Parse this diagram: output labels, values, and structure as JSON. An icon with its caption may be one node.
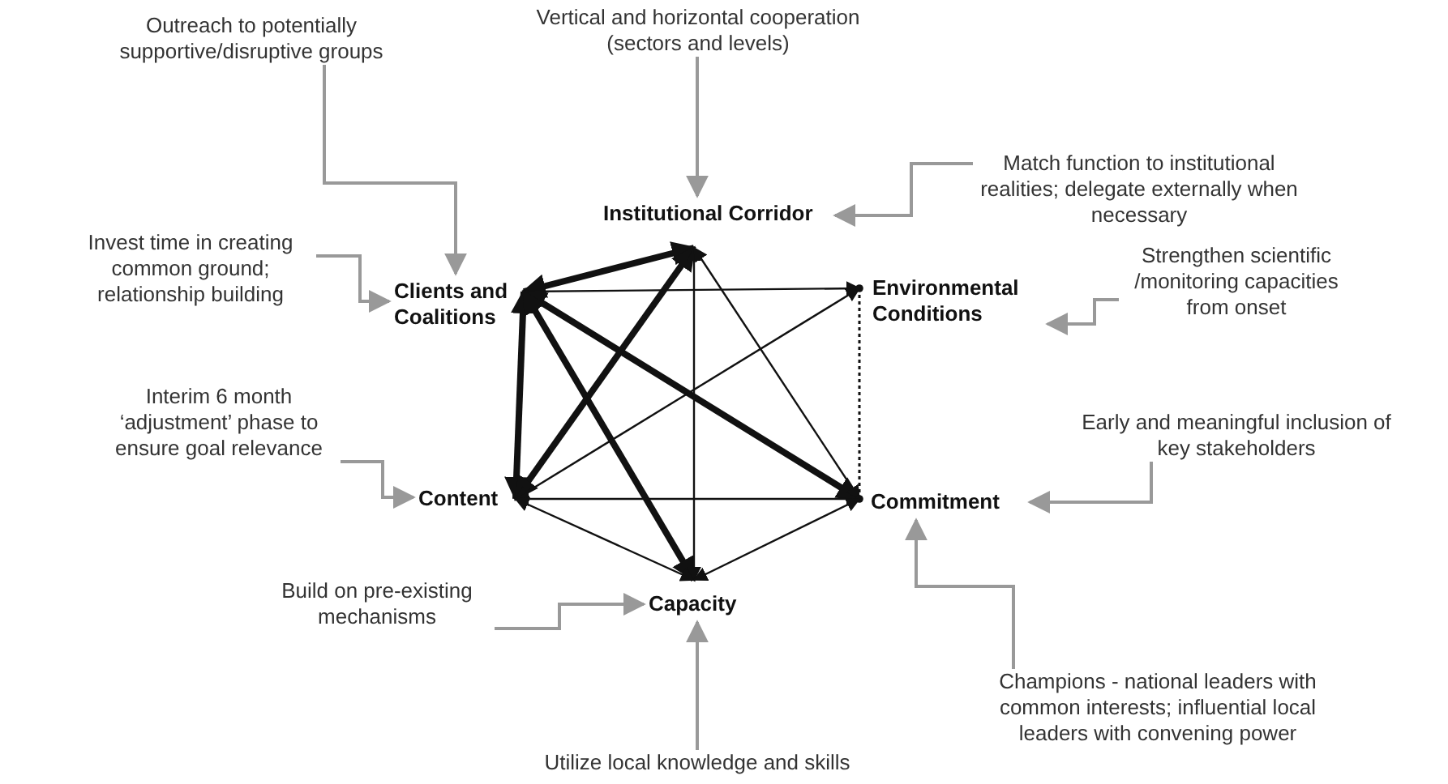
{
  "diagram": {
    "nodes": [
      {
        "text": [
          "Institutional Corridor"
        ]
      },
      {
        "text": [
          "Environmental Conditions"
        ]
      },
      {
        "text": [
          "Commitment"
        ]
      },
      {
        "text": [
          "Capacity"
        ]
      },
      {
        "text": [
          "Content"
        ]
      },
      {
        "text": [
          "Clients and Coalitions"
        ]
      },
      {
        "text": [
          "Vertical and horizontal cooperation (sectors and levels)"
        ]
      },
      {
        "text": [
          "Outreach to potentially supportive/disruptive groups"
        ]
      },
      {
        "text": [
          "Match function to institutional realities; delegate externally when necessary"
        ]
      },
      {
        "text": [
          "Invest time in creating common ground; relationship building"
        ]
      },
      {
        "text": [
          "Strengthen scientific /monitoring capacities from onset"
        ]
      },
      {
        "text": [
          "Interim 6 month ‘adjustment’ phase to ensure goal relevance"
        ]
      },
      {
        "text": [
          "Early and meaningful inclusion of key stakeholders"
        ]
      },
      {
        "text": [
          "Build on pre-existing mechanisms"
        ]
      },
      {
        "text": [
          "Champions - national leaders with common interests; influential local leaders with convening power"
        ]
      },
      {
        "text": [
          "Utilize local knowledge and skills"
        ]
      }
    ],
    "edges": [
      {
        "from": 5,
        "to": 0,
        "arrow": "both",
        "style": "thick"
      },
      {
        "from": 5,
        "to": 1,
        "arrow": "to"
      },
      {
        "from": 5,
        "to": 2,
        "arrow": "both",
        "style": "thick"
      },
      {
        "from": 5,
        "to": 4,
        "arrow": "both",
        "style": "thick"
      },
      {
        "from": 5,
        "to": 3,
        "arrow": "both",
        "style": "thick"
      },
      {
        "from": 4,
        "to": 0,
        "arrow": "both",
        "style": "thick"
      },
      {
        "from": 4,
        "to": 1,
        "arrow": "both"
      },
      {
        "from": 4,
        "to": 2,
        "arrow": "both"
      },
      {
        "from": 4,
        "to": 3,
        "arrow": "both"
      },
      {
        "from": 3,
        "to": 0,
        "arrow": "both"
      },
      {
        "from": 2,
        "to": 0,
        "arrow": "both"
      },
      {
        "from": 1,
        "to": 2,
        "arrow": "other",
        "style": "dashed"
      },
      {
        "from": 2,
        "to": 3,
        "arrow": "both"
      },
      {
        "from": 6,
        "to": 0,
        "arrow": "to",
        "color": "#999999"
      },
      {
        "from": 7,
        "to": 5,
        "arrow": "to",
        "color": "#999999"
      },
      {
        "from": 8,
        "to": 0,
        "arrow": "to",
        "color": "#999999"
      },
      {
        "from": 9,
        "to": 5,
        "arrow": "to",
        "color": "#999999"
      },
      {
        "from": 10,
        "to": 1,
        "arrow": "to",
        "color": "#999999"
      },
      {
        "from": 11,
        "to": 4,
        "arrow": "to",
        "color": "#999999"
      },
      {
        "from": 12,
        "to": 2,
        "arrow": "to",
        "color": "#999999"
      },
      {
        "from": 13,
        "to": 3,
        "arrow": "to",
        "color": "#999999"
      },
      {
        "from": 14,
        "to": 2,
        "arrow": "to",
        "color": "#999999"
      },
      {
        "from": 15,
        "to": 3,
        "arrow": "to",
        "color": "#999999"
      }
    ]
  }
}
